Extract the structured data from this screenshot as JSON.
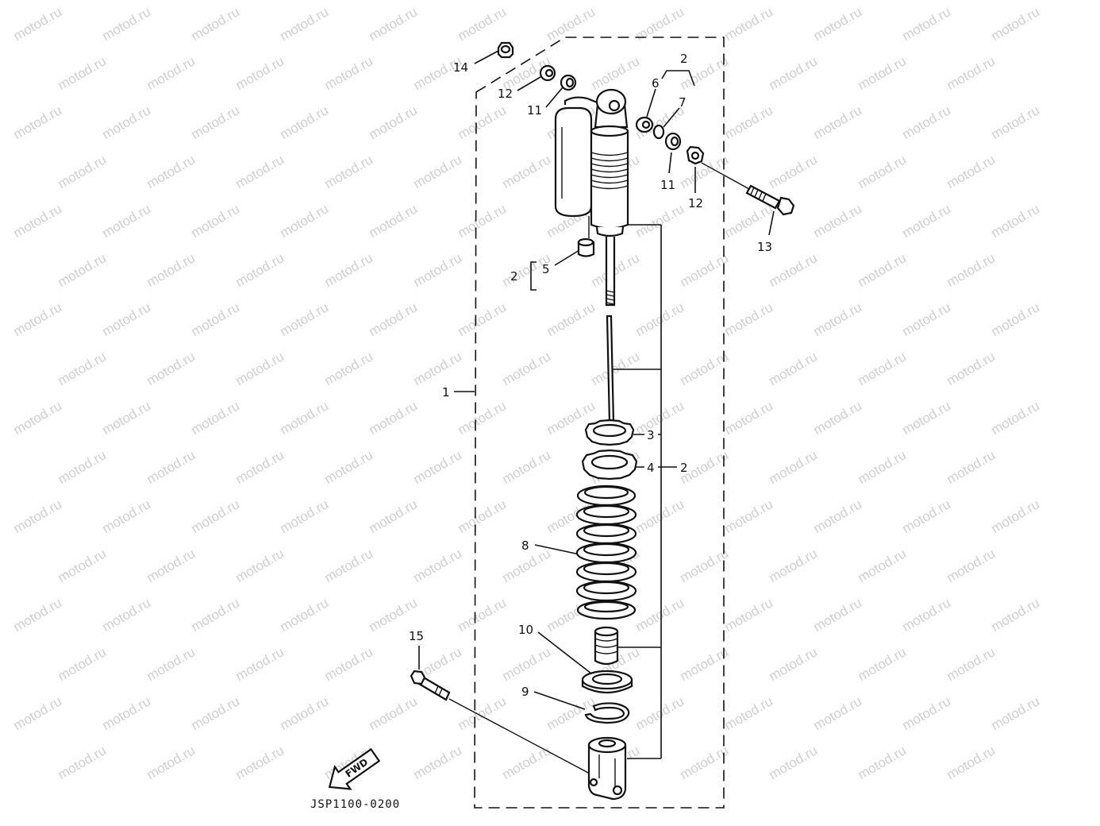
{
  "watermark": "motod.ru",
  "colors": {
    "ink": "#111111",
    "watermark": "#cfcfcf",
    "background": "#ffffff"
  },
  "diagram": {
    "callouts": {
      "c14": "14",
      "c12a": "12",
      "c11a": "11",
      "c2a": "2",
      "c6": "6",
      "c7": "7",
      "c11b": "11",
      "c12b": "12",
      "c13": "13",
      "c2b": "2",
      "c5": "5",
      "c1": "1",
      "c3": "3",
      "c4": "4",
      "c2c": "2",
      "c8": "8",
      "c10": "10",
      "c9": "9",
      "c15": "15"
    },
    "fwd_label": "FWD",
    "figure_code": "JSP1100-0200"
  }
}
